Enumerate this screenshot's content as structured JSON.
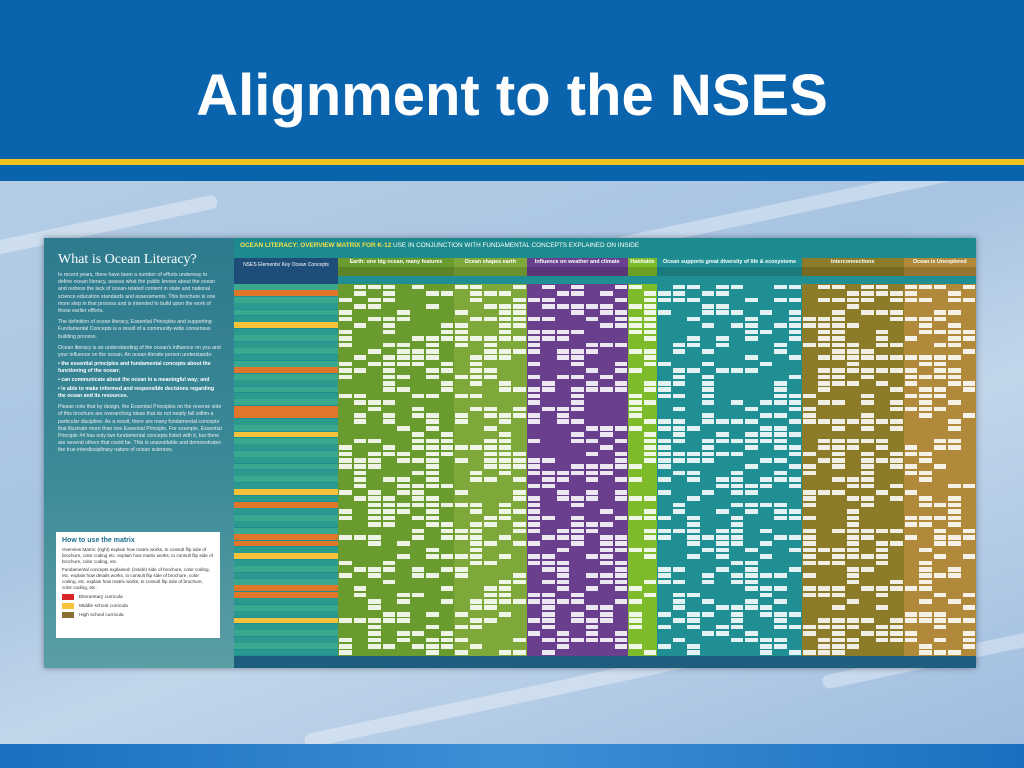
{
  "slide": {
    "title": "Alignment to the NSES"
  },
  "brochure": {
    "left_panel": {
      "title": "What is Ocean Literacy?",
      "paragraphs": [
        "In recent years, there have been a number of efforts underway to define ocean literacy, assess what the public knows about the ocean and redress the lack of ocean-related content in state and national science education standards and assessments. This brochure is one more step in that process and is intended to build upon the work of those earlier efforts.",
        "The definition of ocean literacy, Essential Principles and supporting Fundamental Concepts is a result of a community-wide consensus building process.",
        "Ocean literacy is an understanding of the ocean's influence on you and your influence on the ocean. An ocean-literate person understands:"
      ],
      "bullets": [
        "the essential principles and fundamental concepts about the functioning of the ocean;",
        "can communicate about the ocean in a meaningful way; and",
        "is able to make informed and responsible decisions regarding the ocean and its resources."
      ],
      "closing": "Please note that by design, the Essential Principles on the reverse side of this brochure are overarching ideas that do not neatly fall within a particular discipline. As a result, there are many fundamental concepts that illustrate more than one Essential Principle. For example, Essential Principle #4 has only two fundamental concepts listed with it, but there are several others that could be. This is unavoidable and demonstrates the true interdisciplinary nature of ocean sciences.",
      "howto": {
        "title": "How to use the matrix",
        "overview": "Overview Matrix: (right) explain how matrix works, to consult flip side of brochure, color coding etc. explain how matrix works, to consult flip side of brochure, color coding, etc.",
        "fundamental": "Fundamental concepts explained: (inside) side of brochure, color coding, etc. explain how details works, to consult flip side of brochure, color coding, etc. explain how matrix works, to consult flip side of brochure, color coding, etc.",
        "legend": [
          {
            "label": "Elementary curricula",
            "color": "#d8262c"
          },
          {
            "label": "Middle school curricula",
            "color": "#f6c33a"
          },
          {
            "label": "High school curricula",
            "color": "#8a6e2f"
          }
        ]
      }
    },
    "matrix": {
      "header_strong": "OCEAN LITERACY: OVERVIEW MATRIX FOR K-12",
      "header_rest": "USE IN CONJUNCTION WITH FUNDAMENTAL CONCEPTS EXPLAINED ON INSIDE",
      "row_header_label": "NSES Elements/ Key Ocean Concepts",
      "groups": [
        {
          "name": "Earth: one big ocean, many features",
          "color": "#6a9b2e",
          "cols": 8
        },
        {
          "name": "Ocean shapes earth",
          "color": "#7fa83a",
          "cols": 5
        },
        {
          "name": "Influence on weather and climate",
          "color": "#6a3f8e",
          "cols": 7
        },
        {
          "name": "Habitable",
          "color": "#7dbb2a",
          "cols": 2
        },
        {
          "name": "Ocean supports great diversity of life & ecosystems",
          "color": "#1f8f93",
          "cols": 10
        },
        {
          "name": "Interconnections",
          "color": "#8c7c2a",
          "cols": 7
        },
        {
          "name": "Ocean is Unexplored",
          "color": "#b08a3a",
          "cols": 5
        }
      ],
      "row_count": 58,
      "colors": {
        "row_label_a": "#2b9a8e",
        "row_label_b": "#3aa88f",
        "elementary": "#d8262c",
        "middle": "#f6c33a",
        "high": "#e0762a"
      }
    }
  }
}
